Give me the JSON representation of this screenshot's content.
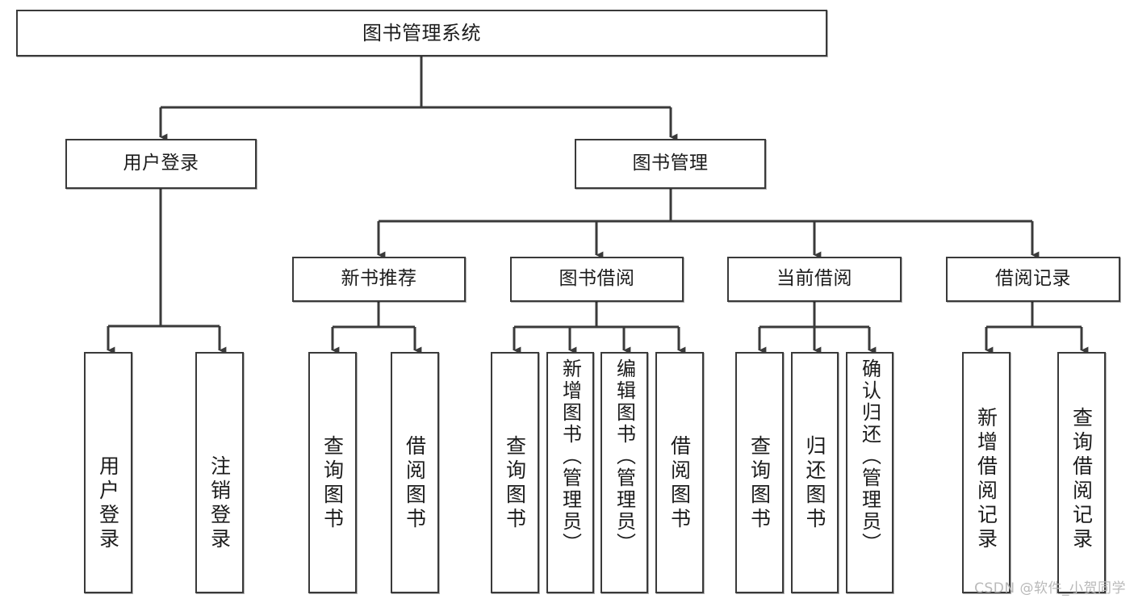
{
  "diagram": {
    "title": "图书管理系统",
    "watermark": "CSDN @软件_小贺同学",
    "root": {
      "label": "图书管理系统"
    },
    "level2": [
      {
        "label": "用户登录"
      },
      {
        "label": "图书管理"
      }
    ],
    "level3": [
      {
        "label": "新书推荐"
      },
      {
        "label": "图书借阅"
      },
      {
        "label": "当前借阅"
      },
      {
        "label": "借阅记录"
      }
    ],
    "leaves": {
      "user_login": [
        {
          "label": "用户登录"
        },
        {
          "label": "注销登录"
        }
      ],
      "new_book": [
        {
          "label": "查询图书"
        },
        {
          "label": "借阅图书"
        }
      ],
      "book_borrow": [
        {
          "label": "查询图书"
        },
        {
          "label": "新增图书（管理员）"
        },
        {
          "label": "编辑图书（管理员）"
        },
        {
          "label": "借阅图书"
        }
      ],
      "current_borrow": [
        {
          "label": "查询图书"
        },
        {
          "label": "归还图书"
        },
        {
          "label": "确认归还（管理员）"
        }
      ],
      "borrow_record": [
        {
          "label": "新增借阅记录"
        },
        {
          "label": "查询借阅记录"
        }
      ]
    },
    "colors": {
      "stroke": "#3a3a3a",
      "fill": "#ffffff",
      "text": "#1c1c1c",
      "watermark": "#b9b9b9"
    }
  }
}
